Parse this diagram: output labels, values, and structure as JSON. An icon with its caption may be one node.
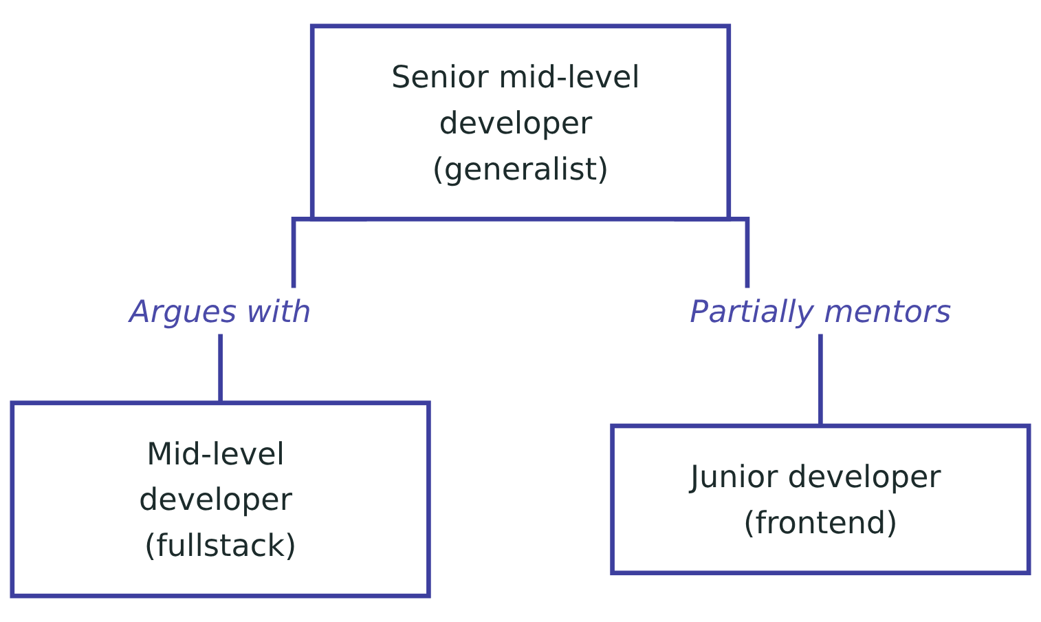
{
  "diagram": {
    "nodes": [
      {
        "text": [
          "Senior mid-level developer (generalist)"
        ]
      },
      {
        "text": [
          "Mid-level developer (fullstack)"
        ]
      },
      {
        "text": [
          "Junior developer (frontend)"
        ]
      }
    ],
    "edges": [
      {
        "from": 0,
        "to": 1,
        "arrow": "none",
        "label": "Argues with"
      },
      {
        "from": 0,
        "to": 2,
        "arrow": "none",
        "label": "Partially mentors"
      }
    ]
  }
}
